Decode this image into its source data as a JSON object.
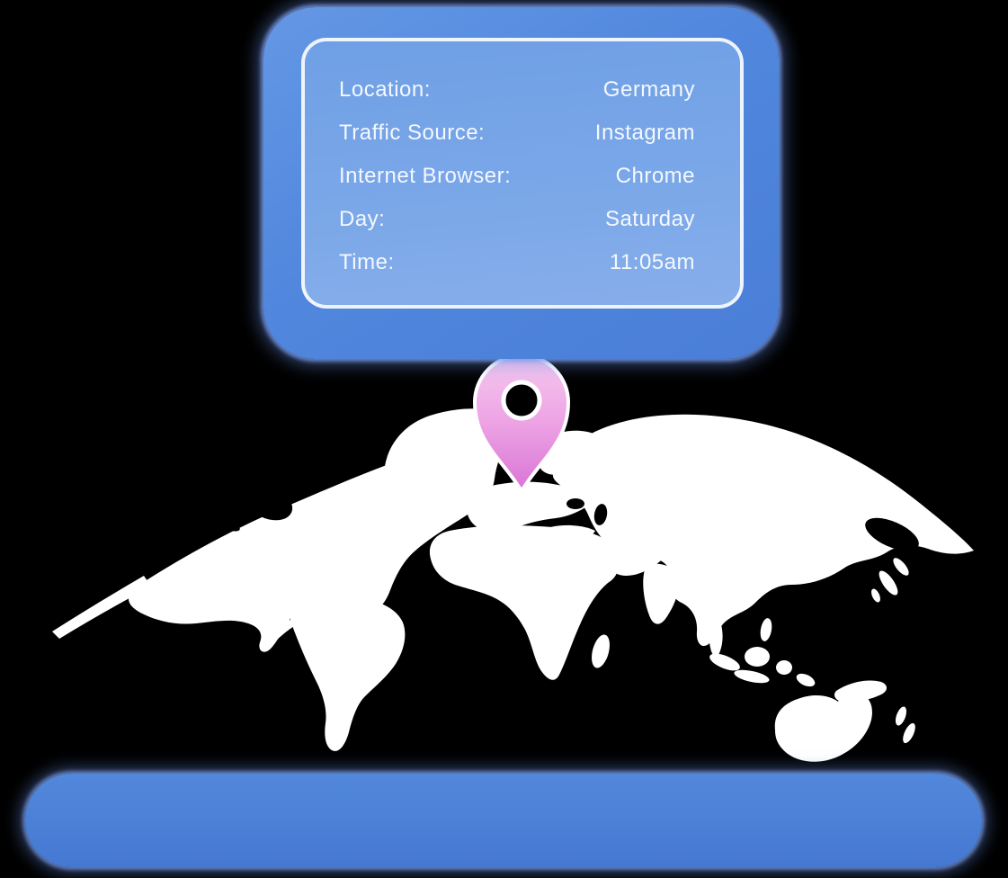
{
  "background_color": "#000000",
  "visitor_card": {
    "rows": [
      {
        "label": "Location:",
        "value": "Germany"
      },
      {
        "label": "Traffic Source:",
        "value": "Instagram"
      },
      {
        "label": "Internet Browser:",
        "value": "Chrome"
      },
      {
        "label": "Day:",
        "value": "Saturday"
      },
      {
        "label": "Time:",
        "value": "11:05am"
      }
    ],
    "card_color": "#4a7ed8",
    "panel_border_color": "#ffffff",
    "text_color": "#f4f8ff"
  },
  "map": {
    "land_color": "#ffffff",
    "pin": {
      "icon": "location-pin-icon",
      "gradient_top": "#f6cbf0",
      "gradient_mid": "#eda3e4",
      "gradient_bottom": "#d974d6",
      "outline_color": "#ffffff"
    }
  },
  "bottom_bar_color": "#4a7fd6"
}
